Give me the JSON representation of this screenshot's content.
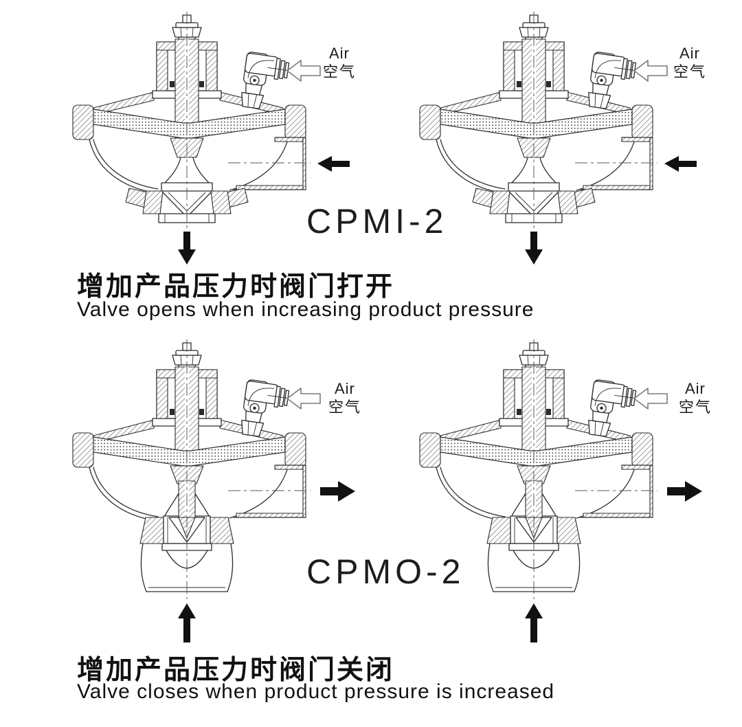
{
  "colors": {
    "background": "#ffffff",
    "ink": "#1d1d1d",
    "line": "#2b2b2b",
    "air_arrow_outline": "#7a7a7a"
  },
  "air_label": {
    "en": "Air",
    "zh": "空气"
  },
  "sections": [
    {
      "model": "CPMI-2",
      "caption_zh": "增加产品压力时阀门打开",
      "caption_en": "Valve opens when increasing product pressure",
      "flow": {
        "side_arrow": "left (product enters right port)",
        "bottom_arrow": "down (product exits bottom port)"
      }
    },
    {
      "model": "CPMO-2",
      "caption_zh": "增加产品压力时阀门关闭",
      "caption_en": "Valve closes when product pressure is increased",
      "flow": {
        "side_arrow": "right (product exits right port)",
        "bottom_arrow": "up (product enters bottom port)"
      }
    }
  ],
  "icons": {
    "air-inlet-arrow": "hollow outlined arrow pointing left",
    "product-flow-arrow": "solid black arrow",
    "valve-drawing": "diaphragm control valve cross-section with hatched sections",
    "air-elbow-fitting": "pneumatic elbow push-in fitting on actuator dome"
  }
}
